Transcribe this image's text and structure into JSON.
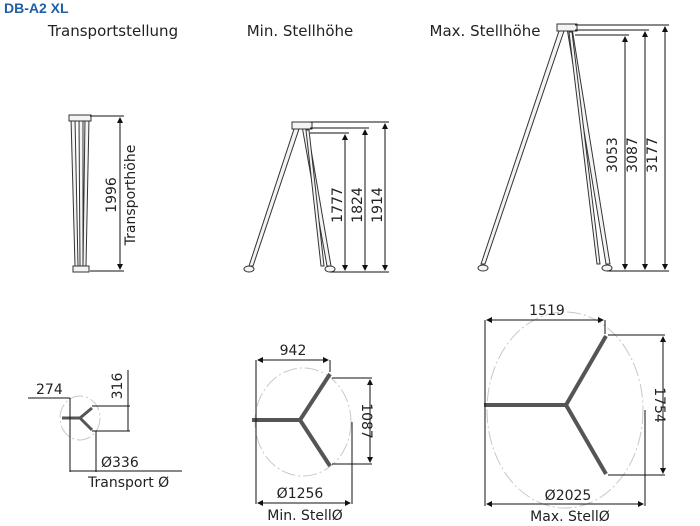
{
  "title": "DB-A2 XL",
  "colors": {
    "title": "#1f5fa8",
    "line": "#111111",
    "circle": "#c8c8c8"
  },
  "views": {
    "transport": {
      "heading": "Transportstellung",
      "height": "1996",
      "height_label": "Transporthöhe"
    },
    "min": {
      "heading": "Min. Stellhöhe",
      "dims": [
        "1777",
        "1824",
        "1914"
      ]
    },
    "max": {
      "heading": "Max. Stellhöhe",
      "dims": [
        "3053",
        "3087",
        "3177"
      ]
    }
  },
  "footprints": {
    "transport": {
      "width": "274",
      "depth": "316",
      "diameter": "Ø336",
      "label": "Transport Ø"
    },
    "min": {
      "width": "942",
      "depth": "1087",
      "diameter": "Ø1256",
      "label": "Min. StellØ"
    },
    "max": {
      "width": "1519",
      "depth": "1754",
      "diameter": "Ø2025",
      "label": "Max. StellØ"
    }
  }
}
